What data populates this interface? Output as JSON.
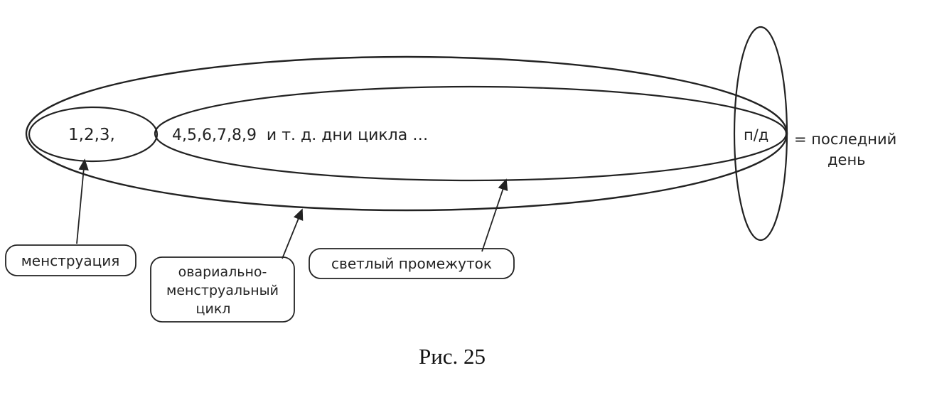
{
  "figure": {
    "caption": "Рис. 25",
    "ellipse_labels": {
      "first_days": "1,2,3,",
      "other_days": "4,5,6,7,8,9  и т. д. дни цикла …",
      "last_day": "п/д",
      "last_day_note_line1": "= последний",
      "last_day_note_line2": "день"
    },
    "callouts": {
      "menstruation": "менструация",
      "cycle_line1": "овариально-",
      "cycle_line2": "менструальный",
      "cycle_line3": "цикл",
      "light_interval": "светлый промежуток"
    }
  },
  "colors": {
    "ink": "#222222",
    "background": "#ffffff"
  }
}
